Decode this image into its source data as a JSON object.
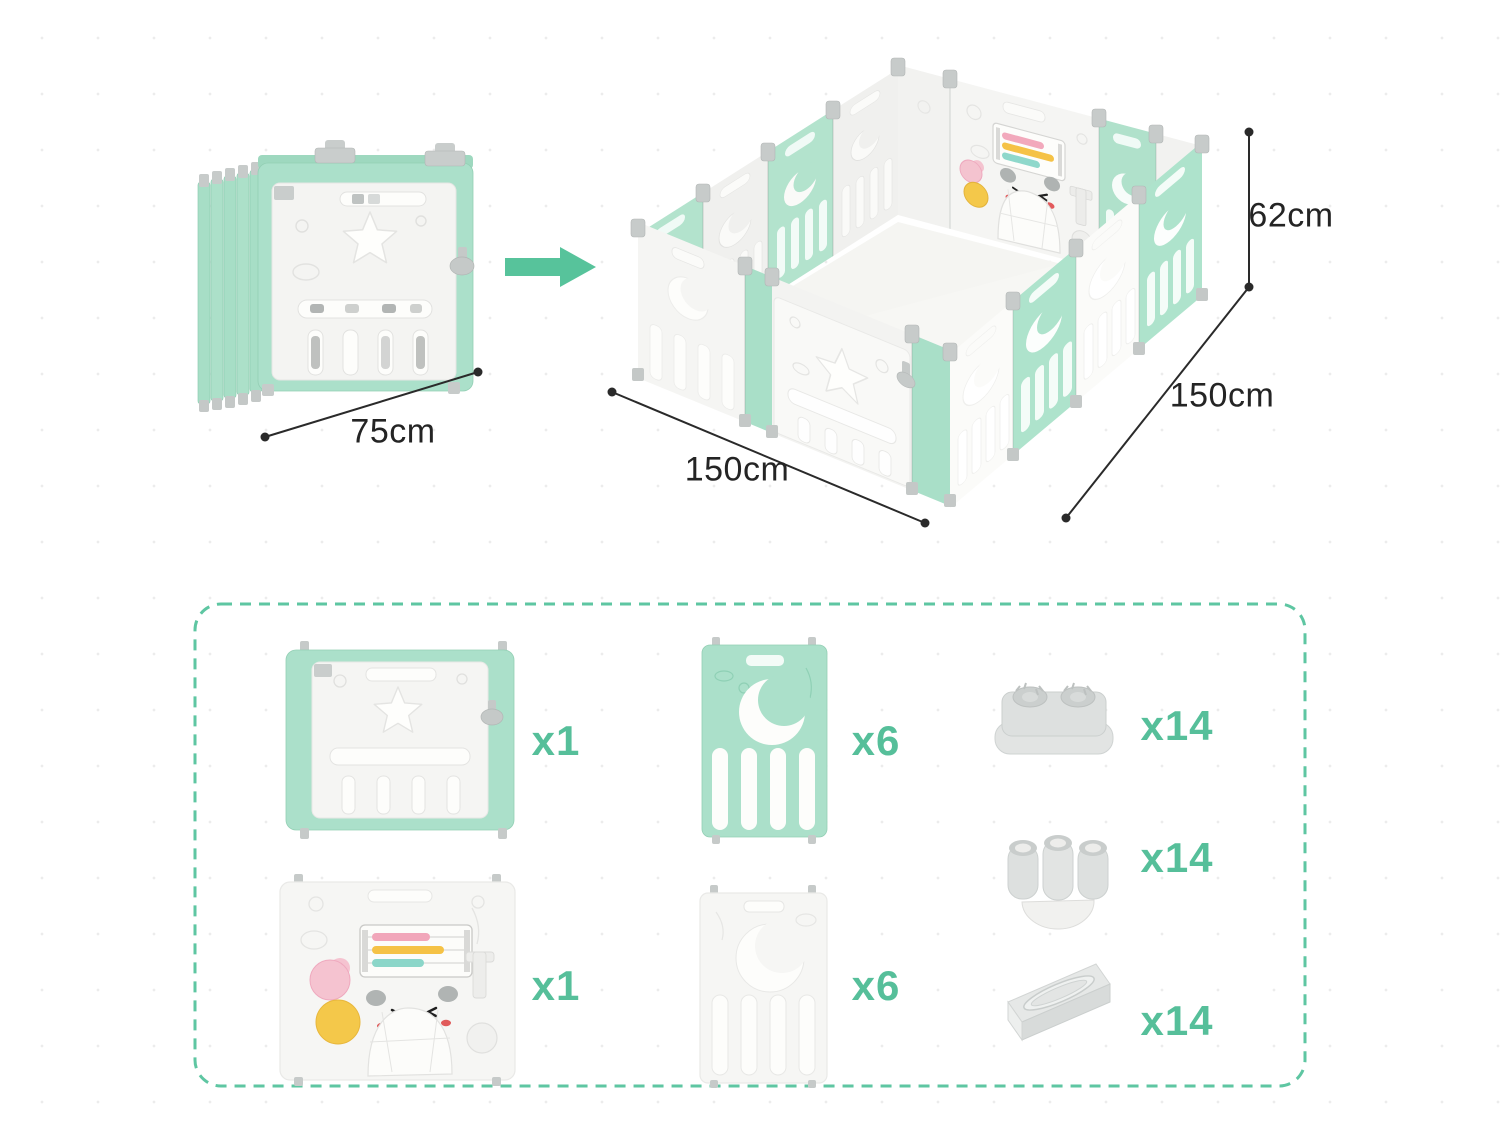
{
  "colors": {
    "accent_teal": "#56BF9A",
    "dashed_border": "#5EC6A2",
    "panel_green": "#ABE0CA",
    "panel_white": "#F5F5F3",
    "connector_grey": "#C7CBCA",
    "dimension_text": "#242424"
  },
  "assembly": {
    "folded_width": "75cm",
    "play_width": "150cm",
    "play_depth": "150cm",
    "play_height": "62cm"
  },
  "parts": {
    "items": [
      {
        "name": "door-panel",
        "qty": "x1"
      },
      {
        "name": "green-moon-panel",
        "qty": "x6"
      },
      {
        "name": "double-socket-foot",
        "qty": "x14"
      },
      {
        "name": "triple-tube-connector",
        "qty": "x14"
      },
      {
        "name": "activity-panel",
        "qty": "x1"
      },
      {
        "name": "white-moon-panel",
        "qty": "x6"
      },
      {
        "name": "anti-slip-base-bar",
        "qty": "x14"
      }
    ]
  }
}
